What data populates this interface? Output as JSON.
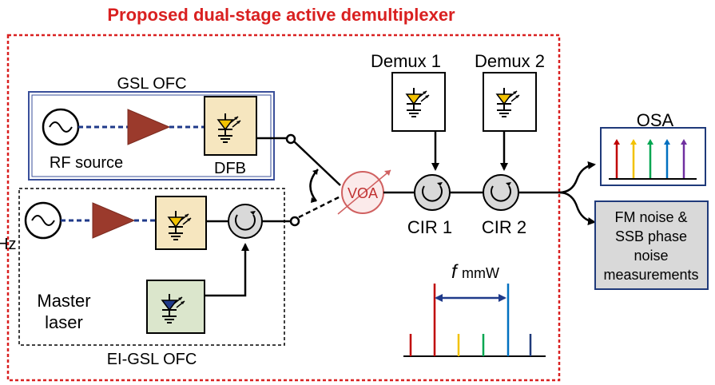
{
  "title": "Proposed dual-stage active demultiplexer",
  "labels": {
    "gsl_ofc": "GSL OFC",
    "rf_source": "RF source",
    "dfb": "DFB",
    "ei_gsl_ofc": "EI-GSL OFC",
    "master_laser_1": "Master",
    "master_laser_2": "laser",
    "voa": "VOA",
    "cir1": "CIR 1",
    "cir2": "CIR 2",
    "demux1": "Demux 1",
    "demux2": "Demux 2",
    "osa": "OSA",
    "fm_line1": "FM noise &",
    "fm_line2": "SSB phase",
    "fm_line3": "noise",
    "fm_line4": "measurements",
    "fmmw_f": "f",
    "fmmw_sub": "mmW",
    "cut_left": "Hz"
  },
  "colors": {
    "frame_red": "#d92020",
    "amp": "#9b3a2c",
    "dfb_fill": "#f6e6bf",
    "master_fill": "#dbe6cc",
    "fm_fill": "#d9d9d9",
    "gsl_border": "#3a4f9a",
    "osa_border": "#1f3a7a",
    "line_blue": "#1f3a8a"
  },
  "spectrum_osa": [
    "#c00000",
    "#f2c200",
    "#00a651",
    "#0070c0",
    "#7030a0"
  ],
  "spectrum_fmmw": [
    "#c00000",
    "#c00000",
    "#f2c200",
    "#00a651",
    "#0070c0",
    "#1f3a7a"
  ]
}
